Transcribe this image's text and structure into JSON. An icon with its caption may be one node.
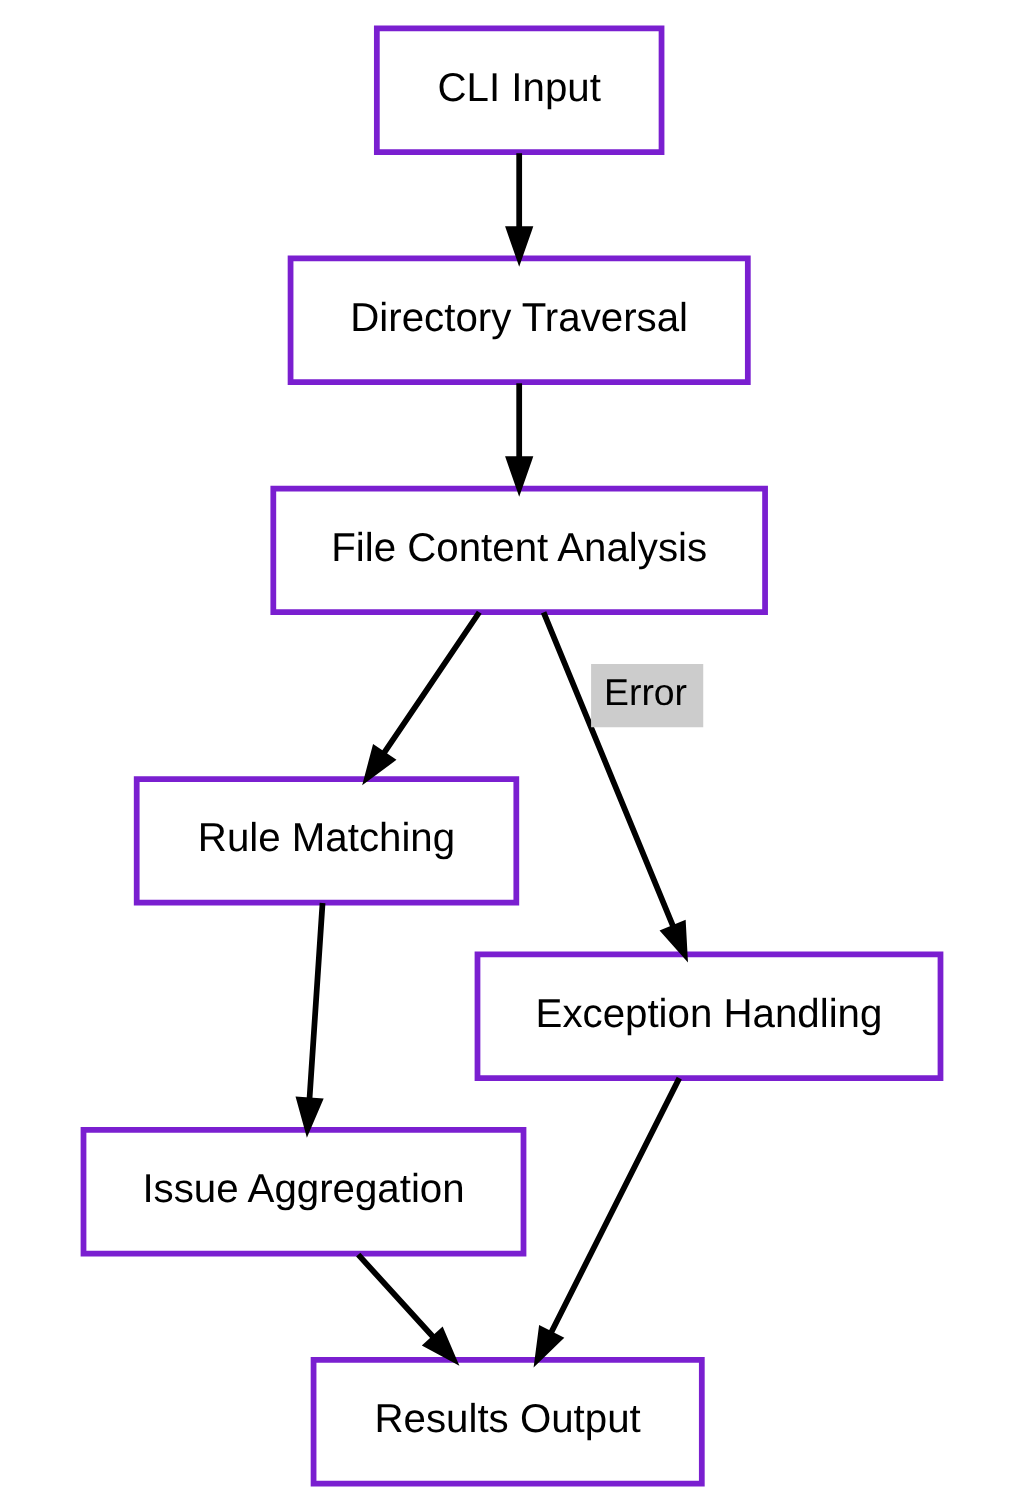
{
  "diagram": {
    "nodes": [
      {
        "text": [
          "CLI Input"
        ]
      },
      {
        "text": [
          "Directory Traversal"
        ]
      },
      {
        "text": [
          "File Content Analysis"
        ]
      },
      {
        "text": [
          "Rule Matching"
        ]
      },
      {
        "text": [
          "Issue Aggregation"
        ]
      },
      {
        "text": [
          "Exception Handling"
        ]
      },
      {
        "text": [
          "Results Output"
        ]
      }
    ],
    "edges": [
      {
        "from": 0,
        "to": 1,
        "arrow": "to"
      },
      {
        "from": 1,
        "to": 2,
        "arrow": "to"
      },
      {
        "from": 2,
        "to": 3,
        "arrow": "to"
      },
      {
        "from": 2,
        "to": 5,
        "arrow": "to",
        "label": "Error"
      },
      {
        "from": 3,
        "to": 4,
        "arrow": "to"
      },
      {
        "from": 4,
        "to": 6,
        "arrow": "to"
      },
      {
        "from": 5,
        "to": 6,
        "arrow": "to"
      }
    ]
  }
}
